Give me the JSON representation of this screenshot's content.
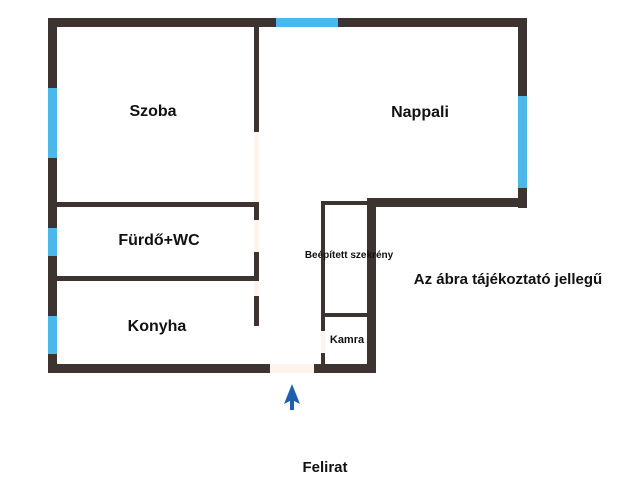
{
  "rooms": {
    "szoba": "Szoba",
    "nappali": "Nappali",
    "furdo": "Fürdő+WC",
    "konyha": "Konyha",
    "szekreny": "Beépített szekrény",
    "kamra": "Kamra"
  },
  "note": "Az ábra tájékoztató jellegű",
  "caption": "Felirat",
  "colors": {
    "wall": "#3d3330",
    "window": "#4bb8ea",
    "door_gap": "#fdf5ec",
    "entry_arrow": "#1f5fb0",
    "text": "#111111"
  }
}
